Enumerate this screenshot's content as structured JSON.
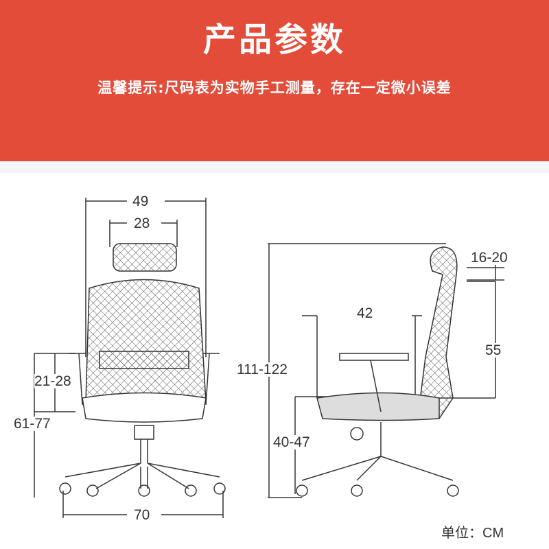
{
  "header": {
    "title": "产品参数",
    "tip": "温馨提示:尺码表为实物手工测量，存在一定微小误差"
  },
  "front_view": {
    "overall_width": "49",
    "headrest_width": "28",
    "armrest_height": "21-28",
    "seat_height_total": "61-77",
    "base_width": "70"
  },
  "side_view": {
    "headrest_adjust": "16-20",
    "seat_depth": "42",
    "backrest_height": "55",
    "total_height": "111-122",
    "seat_height": "40-47"
  },
  "unit_label": "单位：CM",
  "colors": {
    "banner": "#e44c3a",
    "line": "#333333"
  }
}
